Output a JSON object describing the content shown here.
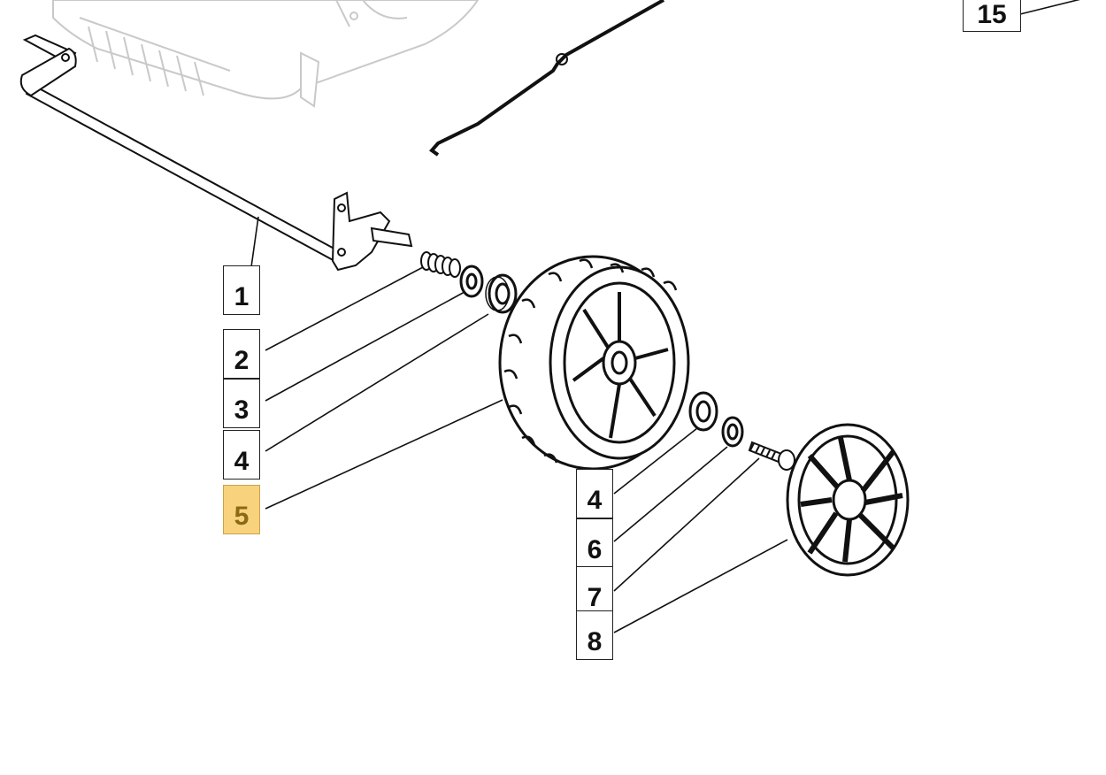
{
  "diagram": {
    "callouts_left": [
      {
        "number": "1"
      },
      {
        "number": "2"
      },
      {
        "number": "3"
      },
      {
        "number": "4"
      },
      {
        "number": "5",
        "selected": true
      }
    ],
    "callouts_right": [
      {
        "number": "4"
      },
      {
        "number": "6"
      },
      {
        "number": "7"
      },
      {
        "number": "8"
      }
    ],
    "callout_top": {
      "number": "15"
    },
    "colors": {
      "highlight_fill": "#f8d27c",
      "highlight_text": "#8a6a16",
      "line": "#111111"
    }
  }
}
